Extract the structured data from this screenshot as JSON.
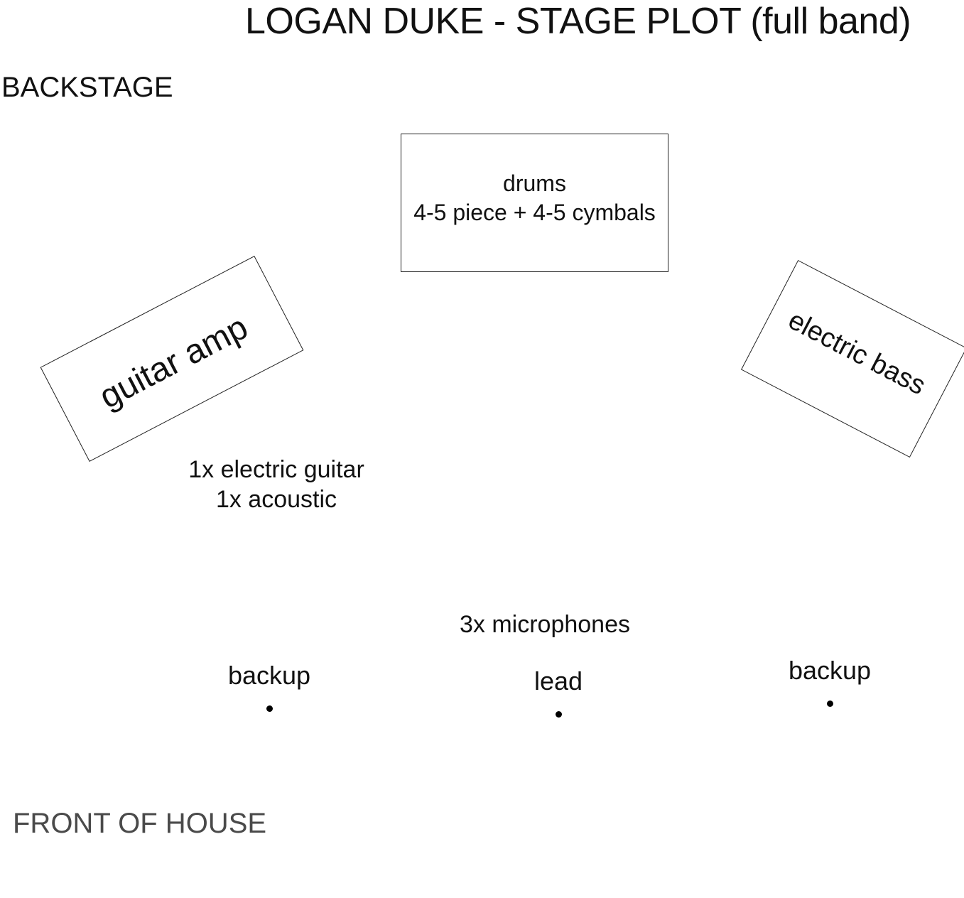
{
  "title": "LOGAN DUKE - STAGE PLOT (full band)",
  "backstage_label": "BACKSTAGE",
  "front_of_house_label": "FRONT OF HOUSE",
  "drums": {
    "line1": "drums",
    "line2": "4-5 piece + 4-5 cymbals"
  },
  "guitar_amp": {
    "label": "guitar amp"
  },
  "electric_bass": {
    "label": "electric bass"
  },
  "guitars": {
    "line1": "1x electric guitar",
    "line2": "1x acoustic"
  },
  "microphones": {
    "label": "3x microphones",
    "positions": [
      {
        "label": "backup"
      },
      {
        "label": "lead"
      },
      {
        "label": "backup"
      }
    ]
  }
}
